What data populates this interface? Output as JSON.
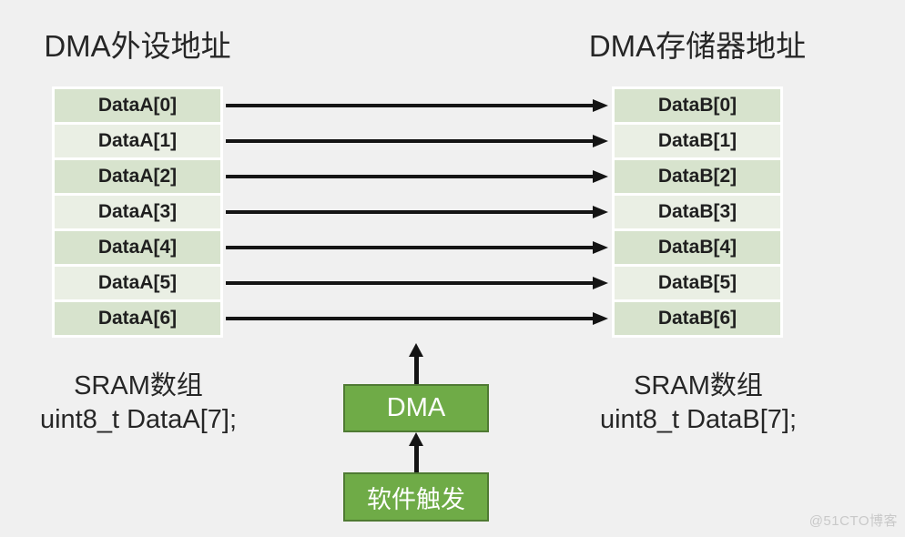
{
  "titles": {
    "left": "DMA外设地址",
    "right": "DMA存储器地址"
  },
  "left_table": {
    "rows": [
      "DataA[0]",
      "DataA[1]",
      "DataA[2]",
      "DataA[3]",
      "DataA[4]",
      "DataA[5]",
      "DataA[6]"
    ]
  },
  "right_table": {
    "rows": [
      "DataB[0]",
      "DataB[1]",
      "DataB[2]",
      "DataB[3]",
      "DataB[4]",
      "DataB[5]",
      "DataB[6]"
    ]
  },
  "dma_box": {
    "label": "DMA"
  },
  "trigger_box": {
    "label": "软件触发"
  },
  "captions": {
    "left_line1": "SRAM数组",
    "left_line2": "uint8_t DataA[7];",
    "right_line1": "SRAM数组",
    "right_line2": "uint8_t DataB[7];"
  },
  "watermark": "@51CTO博客",
  "colors": {
    "background": "#f0f0f0",
    "row_dark": "#d7e3cd",
    "row_light": "#eaefe4",
    "box_fill": "#6fab47",
    "box_border": "#4f7a33",
    "arrow": "#141414",
    "text": "#262626",
    "watermark": "#c9c9c9"
  }
}
